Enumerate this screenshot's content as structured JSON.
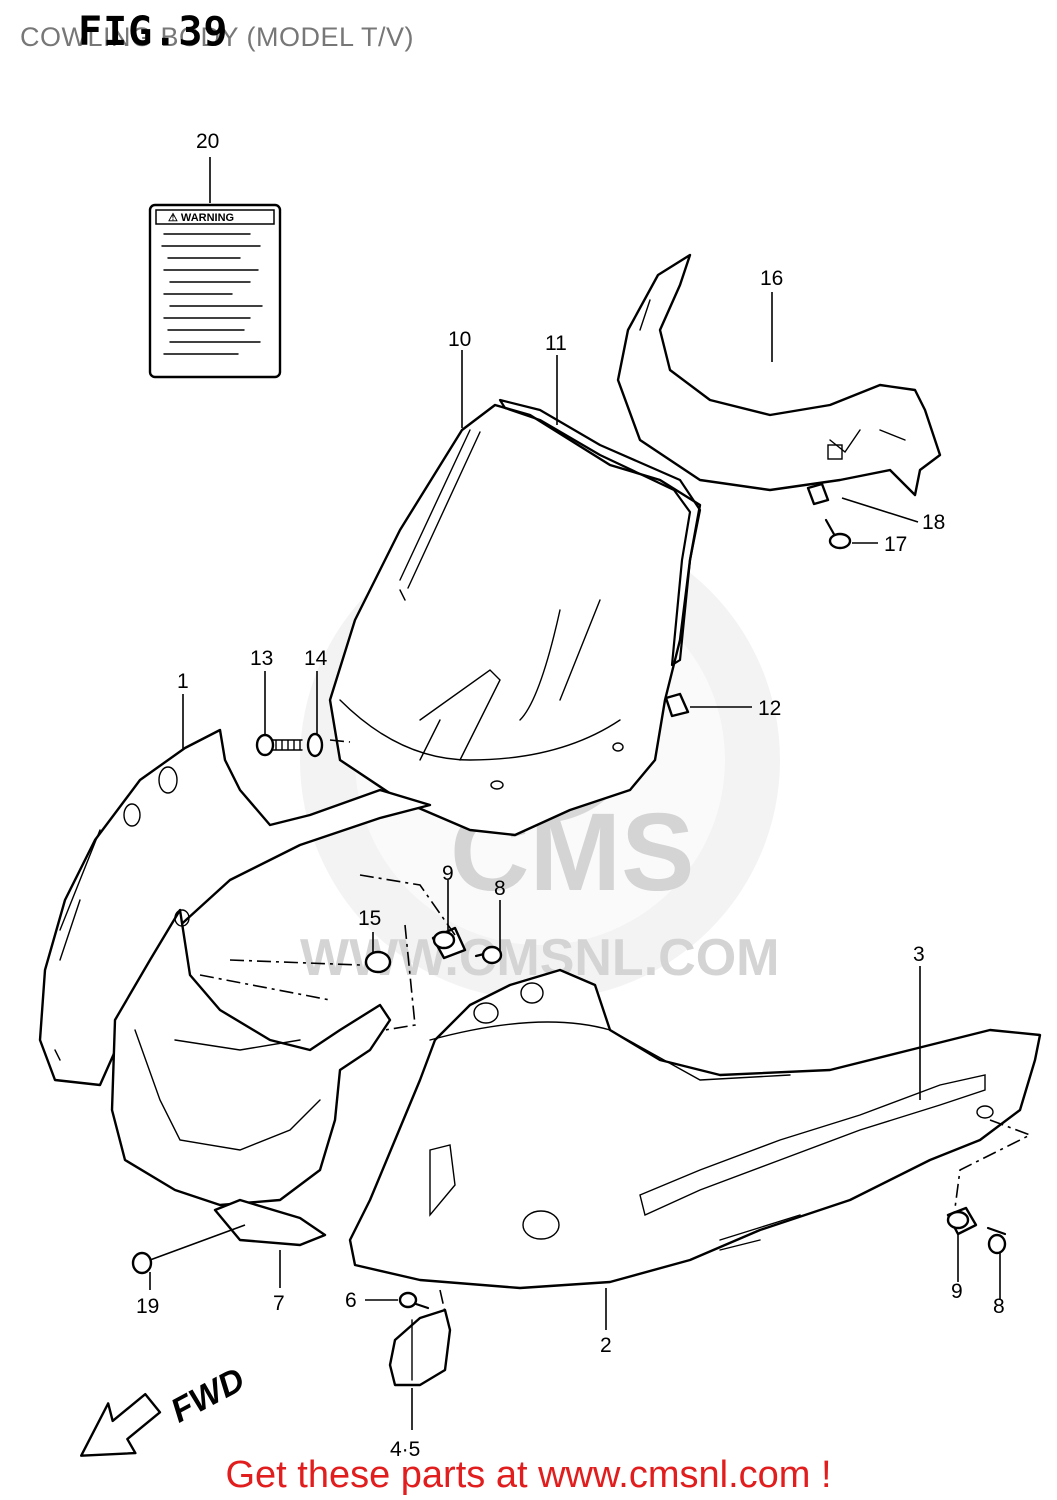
{
  "header": {
    "fig_label": "FIG.39",
    "subtitle": "COWLING BODY (MODEL T/V)"
  },
  "warning_label": {
    "heading": "⚠ WARNING"
  },
  "watermark": {
    "brand": "CMS",
    "site": "WWW.CMSNL.COM"
  },
  "direction_arrow": {
    "label": "FWD"
  },
  "callouts": {
    "c1": "1",
    "c2": "2",
    "c3": "3",
    "c45": "4·5",
    "c6": "6",
    "c7": "7",
    "c8a": "8",
    "c8b": "8",
    "c9a": "9",
    "c9b": "9",
    "c10": "10",
    "c11": "11",
    "c12": "12",
    "c13": "13",
    "c14": "14",
    "c15": "15",
    "c16": "16",
    "c17": "17",
    "c18": "18",
    "c19": "19",
    "c20": "20"
  },
  "footer": {
    "promo": "Get these parts at www.cmsnl.com !"
  }
}
